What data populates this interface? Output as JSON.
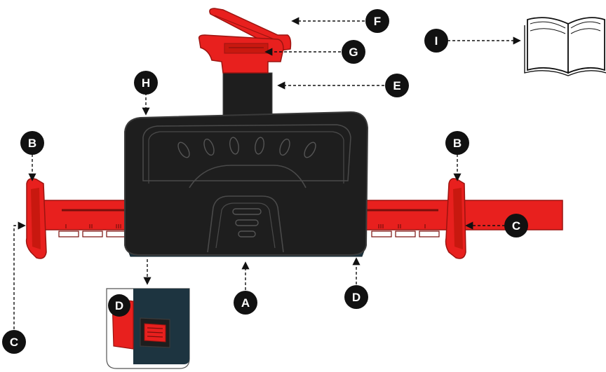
{
  "labels": {
    "A": "A",
    "B_left": "B",
    "B_right": "B",
    "C_right": "C",
    "C_left": "C",
    "D_right": "D",
    "D_inset": "D",
    "E": "E",
    "F": "F",
    "G": "G",
    "H": "H",
    "I": "I"
  },
  "colors": {
    "red": "#e8201e",
    "red_dark": "#9c1410",
    "body_black": "#1e1e1e",
    "body_edge": "#3a3a3a",
    "base_teal": "#1d3440",
    "callout": "#111111"
  },
  "icons": {
    "manual": "open-book-icon"
  }
}
